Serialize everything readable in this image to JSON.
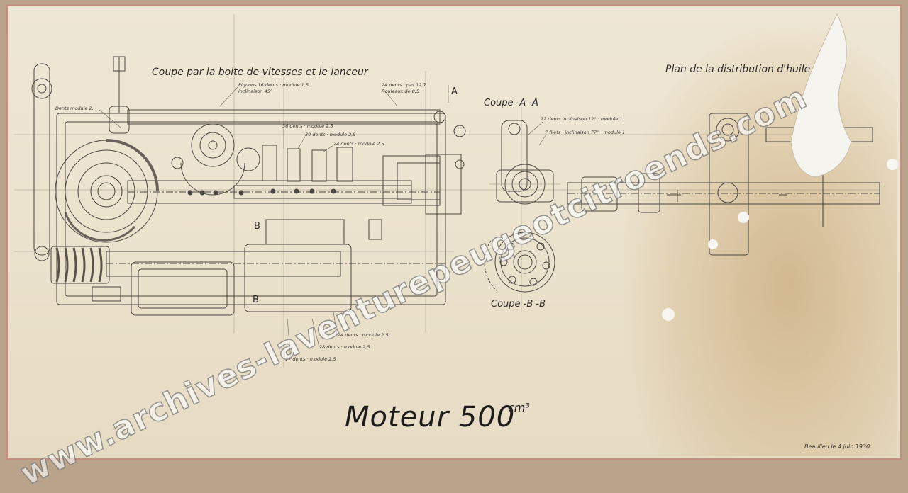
{
  "drawing": {
    "title": "Moteur 500",
    "title_unit": "cm³",
    "heading_gearbox": "Coupe par la boite de vitesses et le lanceur",
    "heading_oil": "Plan de la distribution d'huile",
    "section_aa": "Coupe -A -A",
    "section_bb": "Coupe -B -B",
    "mark_a": "A",
    "mark_b": "B",
    "signature": "Beaulieu le 4 juin 1930",
    "annotations": {
      "dents_module2": "Dents module 2.",
      "pignons": "Pignons 16 dents · module 1,5",
      "inclinaison45": "inclinaison 45°",
      "dents_pas": "24 dents · pas 12,7",
      "rouleaux": "Rouleaux de 8,5",
      "d36": "36 dents · module 2,5",
      "d30": "30 dents · module 2,5",
      "d24a": "24 dents · module 2,5",
      "d12": "12 dents inclinaison 12° · module 1",
      "filets": "7 filets · inclinaison 77° · module 1",
      "d24b": "24 dents · module 2,5",
      "d28": "28 dents · module 2,5",
      "d17": "17 dents · module 2,5"
    }
  },
  "watermark": "www.archives-laventurepeugeotcitroends.com"
}
